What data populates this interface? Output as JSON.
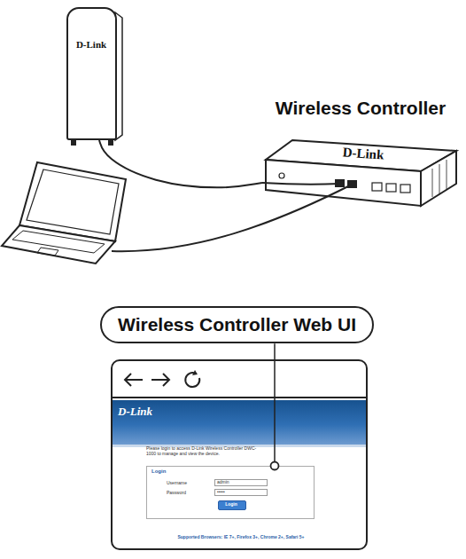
{
  "diagram": {
    "nodes": [
      {
        "text": [
          "D-Link"
        ]
      },
      {
        "text": [
          "Wireless Controller",
          "D-Link"
        ]
      },
      {
        "text": [
          "Wireless Controller Web UI"
        ]
      },
      {
        "text": [
          "D-Link",
          "Please login to access D-Link Wireless Controller DWC-1000 to manage and view the device.",
          "Supported Browsers: IE 7+, Firefox 3+, Chrome 2+, Safari 5+"
        ]
      },
      {
        "text": [
          "Login",
          "Username",
          "admin",
          "Password",
          "•••••"
        ],
        "in": 3
      },
      {
        "text": [
          "Login"
        ],
        "in": 4
      }
    ],
    "edges": [
      {
        "from": 0,
        "to": 1,
        "arrow": "none"
      },
      {
        "from": 2,
        "to": 4,
        "arrow": "none"
      }
    ]
  }
}
